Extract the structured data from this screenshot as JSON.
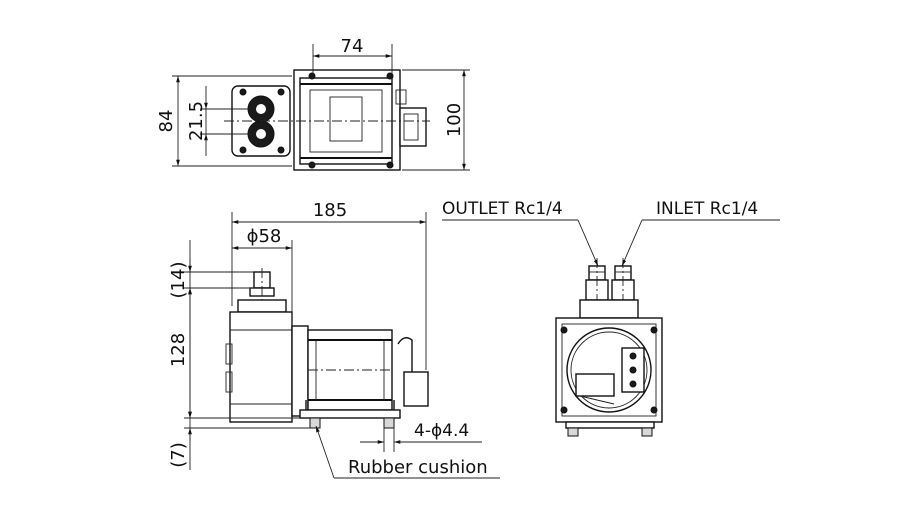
{
  "dimensions": {
    "top_width": "74",
    "top_height_total": "84",
    "top_height_inner": "21.5",
    "top_height_right": "100",
    "side_length": "185",
    "side_diameter": "ϕ58",
    "side_offset_top": "(14)",
    "side_height": "128",
    "side_offset_bottom": "(7)",
    "mount_holes": "4-ϕ4.4"
  },
  "callouts": {
    "outlet": "OUTLET Rc1/4",
    "inlet": "INLET Rc1/4",
    "cushion": "Rubber cushion"
  }
}
